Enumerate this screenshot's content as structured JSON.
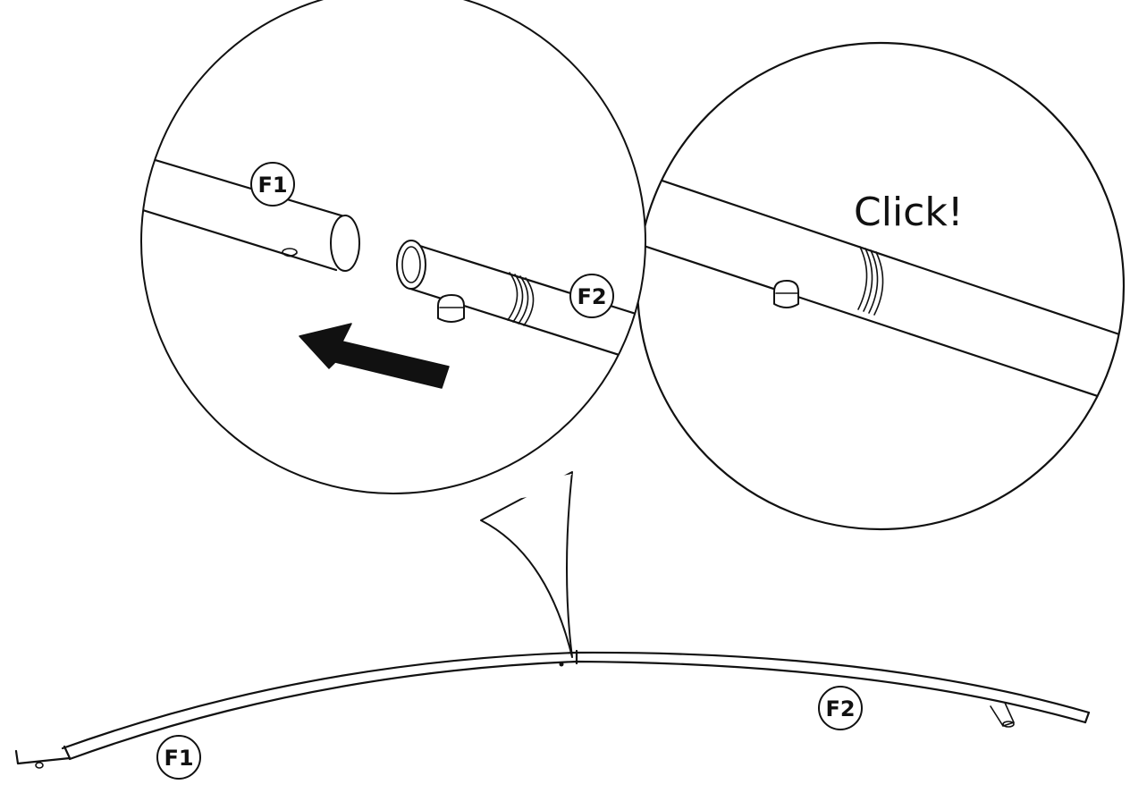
{
  "labels": {
    "detail_f1": "F1",
    "detail_f2": "F2",
    "bottom_f1": "F1",
    "bottom_f2": "F2"
  },
  "callout_text": "Click!",
  "colors": {
    "stroke": "#111111",
    "background": "#ffffff"
  }
}
